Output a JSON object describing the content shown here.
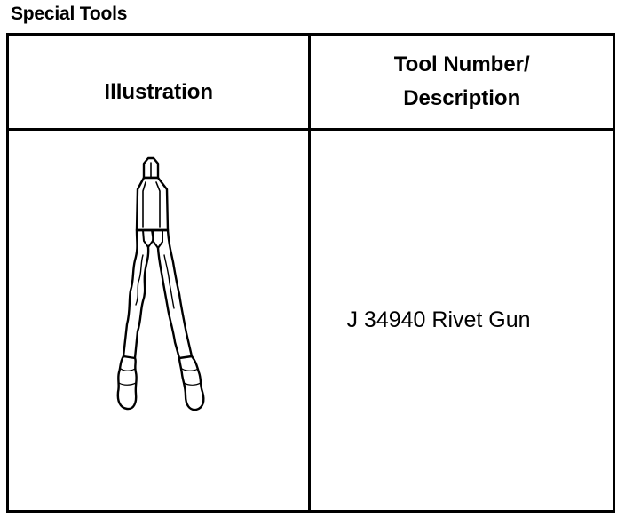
{
  "section_title": "Special Tools",
  "table": {
    "headers": {
      "illustration": "Illustration",
      "tool_number_line1": "Tool Number/",
      "tool_number_line2": "Description"
    },
    "rows": [
      {
        "illustration_icon": "rivet-gun-icon",
        "description": "J 34940 Rivet Gun"
      }
    ]
  }
}
